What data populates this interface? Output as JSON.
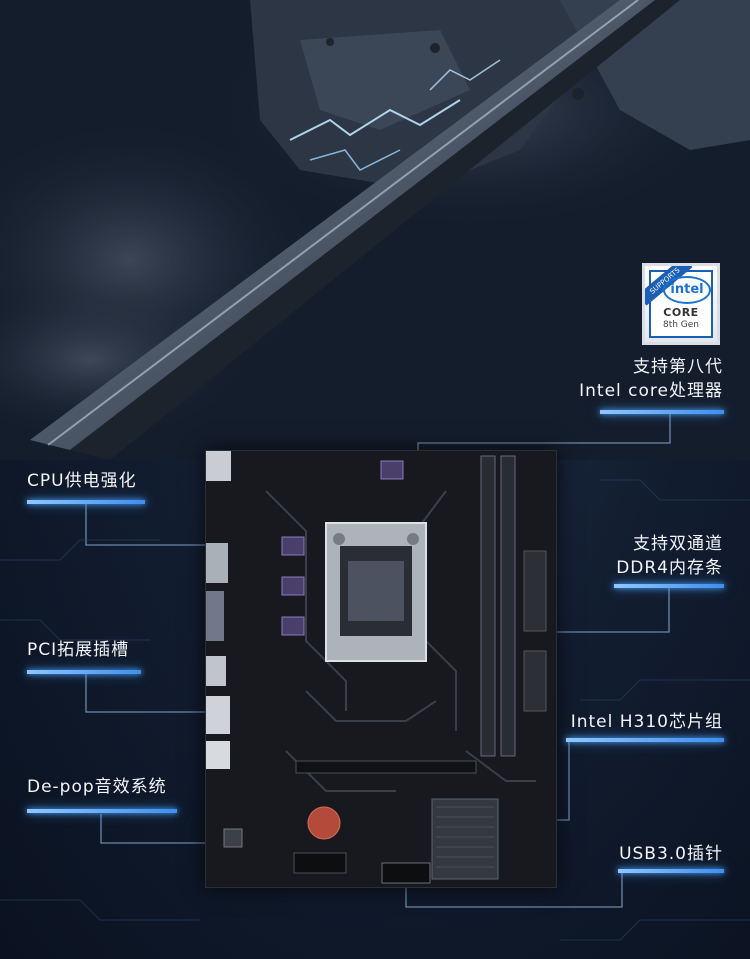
{
  "colors": {
    "background": "#0c1524",
    "accent_line": "#3e8ff0",
    "label_text": "#f2f5fa"
  },
  "badge": {
    "brand": "intel",
    "ribbon": "SUPPORTS",
    "product": "CORE",
    "generation": "8th Gen"
  },
  "labels": {
    "cpu_support_line1": "支持第八代",
    "cpu_support_line2": "Intel core处理器",
    "cpu_power": "CPU供电强化",
    "memory_line1": "支持双通道",
    "memory_line2": "DDR4内存条",
    "pci_slot": "PCI拓展插槽",
    "chipset": "Intel H310芯片组",
    "depop_audio": "De-pop音效系统",
    "usb_header": "USB3.0插针"
  }
}
